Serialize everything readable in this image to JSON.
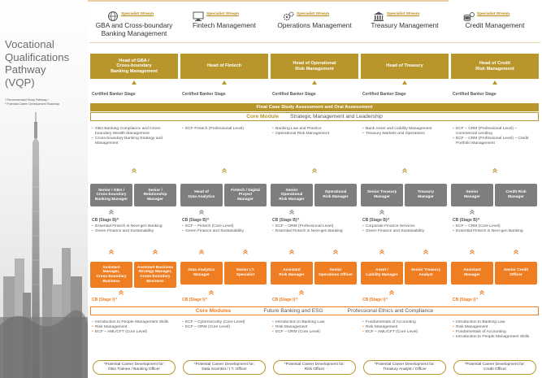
{
  "title_lines": [
    "Vocational",
    "Qualifications",
    "Pathway",
    "(VQP)"
  ],
  "legend": [
    "* Recommended Study Pathway /",
    "* Potential Career Development Roadmap"
  ],
  "colors": {
    "gold": "#b8962c",
    "orange": "#ef7d22",
    "grey": "#7e7e7e"
  },
  "streams": [
    {
      "label": "Specialist Stream",
      "name_lines": [
        "GBA and Cross-boundary",
        "Banking Management"
      ],
      "icon": "globe-icon"
    },
    {
      "label": "Specialist Stream",
      "name_lines": [
        "Fintech Management"
      ],
      "icon": "monitor-icon"
    },
    {
      "label": "Specialist Stream",
      "name_lines": [
        "Operations Management"
      ],
      "icon": "gears-icon"
    },
    {
      "label": "Specialist Stream",
      "name_lines": [
        "Treasury Management"
      ],
      "icon": "bank-icon"
    },
    {
      "label": "Specialist Stream",
      "name_lines": [
        "Credit Management"
      ],
      "icon": "coins-icon"
    }
  ],
  "heads": [
    [
      "Head of GBA /",
      "Cross-boundary",
      "Banking Management"
    ],
    [
      "Head of Fintech"
    ],
    [
      "Head of Operational",
      "Risk Management"
    ],
    [
      "Head of Treasury"
    ],
    [
      "Head of Credit",
      "Risk Management"
    ]
  ],
  "certified_stage": "Certified Banker Stage",
  "final_case": "Final Case Study Assessment and Oral Assessment",
  "core_module": {
    "label": "Core Module",
    "topic": "Strategic Management and Leadership"
  },
  "certified_lists": [
    [
      "GBA Banking Compliance and Cross-boundary Wealth Management",
      "Cross-boundary Banking Strategy and Management"
    ],
    [
      "ECF-Fintech (Professional Level)"
    ],
    [
      "Banking Law and Practice",
      "Operational Risk Management"
    ],
    [
      "Bank Asset and Liability Management",
      "Treasury Markets and Operations"
    ],
    [
      "ECF – CRM (Professional Level) – Commercial Lending",
      "ECF – CRM (Professional Level) – Credit Portfolio Management"
    ]
  ],
  "senior_roles": [
    [
      "Senior / GBA /",
      "Cross-boundary",
      "Banking Manager"
    ],
    [
      "Senior /",
      "Relationship",
      "Manager"
    ],
    [
      "Head of",
      "Data Analytics"
    ],
    [
      "Fintech / Digital",
      "Project",
      "Manager"
    ],
    [
      "Senior",
      "Operational",
      "Risk Manager"
    ],
    [
      "Operational",
      "Risk Manager"
    ],
    [
      "Senior Treasury",
      "Manager"
    ],
    [
      "Treasury",
      "Manager"
    ],
    [
      "Senior",
      "Manager"
    ],
    [
      "Credit Risk",
      "Manager"
    ]
  ],
  "cb_stage_b": "CB (Stage B)^",
  "cbb_lists": [
    [
      "Essential Fintech in Next-gen Banking",
      "Green Finance and Sustainability"
    ],
    [
      "ECF – Fintech (Core Level)",
      "Green Finance and Sustainability"
    ],
    [
      "ECF – ORM (Professional Level)",
      "Essential Fintech in Next-gen Banking"
    ],
    [
      "Corporate Finance Services",
      "Green Finance and Sustainability"
    ],
    [
      "ECF – CRM (Core Level)",
      "Essential Fintech in Next-gen Banking"
    ]
  ],
  "junior_roles": [
    [
      "Assistant",
      "Manager,",
      "Cross-boundary",
      "Business"
    ],
    [
      "Assistant Business",
      "Strategy Manager,",
      "Cross-boundary",
      "Business"
    ],
    [
      "Data Analytics",
      "Manager"
    ],
    [
      "Senior I.T.",
      "Specialist"
    ],
    [
      "Assistant",
      "Risk Manager"
    ],
    [
      "Senior",
      "Operations Officer"
    ],
    [
      "Asset /",
      "Liability Manager"
    ],
    [
      "Senior Treasury",
      "Analyst"
    ],
    [
      "Assistant",
      "Manager"
    ],
    [
      "Senior Credit",
      "Officer"
    ]
  ],
  "cb_stage_i": "CB (Stage I)^",
  "core_modules": {
    "label": "Core Modules",
    "topic1": "Future Banking and ESG",
    "topic2": "Professional Ethics and Compliance"
  },
  "cbi_lists": [
    [
      "Introduction to People Management Skills",
      "Risk Management",
      "ECF – AML/CFT (Core Level)"
    ],
    [
      "ECF – Cybersecurity (Core Level)",
      "ECF – ORM (Core Level)"
    ],
    [
      "Introduction to Banking Law",
      "Risk Management",
      "ECF – ORM (Core Level)"
    ],
    [
      "Fundamentals of Accounting",
      "Risk Management",
      "ECF – AML/CFT (Core Level)"
    ],
    [
      "Introduction to Banking Law",
      "Risk Management",
      "Fundamentals of Accounting",
      "Introduction to People Management Skills"
    ]
  ],
  "footers": [
    [
      "*Potential Career Development for:",
      "GBA Trainee / Banking Officer"
    ],
    [
      "*Potential Career Development for:",
      "Data Scientist / I.T. Officer"
    ],
    [
      "*Potential Career Development for:",
      "Risk Officer"
    ],
    [
      "*Potential Career Development for:",
      "Treasury Analyst / Officer"
    ],
    [
      "*Potential Career Development for:",
      "Credit Officer"
    ]
  ]
}
